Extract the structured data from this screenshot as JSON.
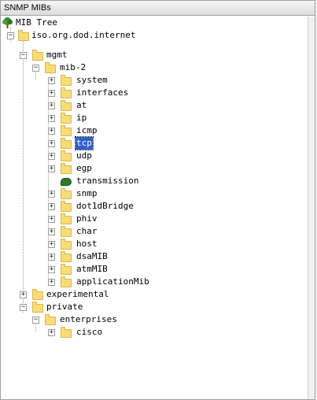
{
  "window": {
    "title": "SNMP MIBs"
  },
  "tree": {
    "root": "MIB Tree",
    "iso": "iso.org.dod.internet",
    "mgmt": "mgmt",
    "mib2": "mib-2",
    "children": [
      "system",
      "interfaces",
      "at",
      "ip",
      "icmp",
      "tcp",
      "udp",
      "egp",
      "transmission",
      "snmp",
      "dot1dBridge",
      "phiv",
      "char",
      "host",
      "dsaMIB",
      "atmMIB",
      "applicationMib"
    ],
    "selected": "tcp",
    "experimental": "experimental",
    "private": "private",
    "enterprises": "enterprises",
    "cisco": "cisco"
  },
  "icons": {
    "folder": "folder-icon",
    "leaf": "leaf-icon",
    "root": "tree-icon"
  },
  "colors": {
    "selection": "#3060c8",
    "folder": "#f8dc78"
  }
}
